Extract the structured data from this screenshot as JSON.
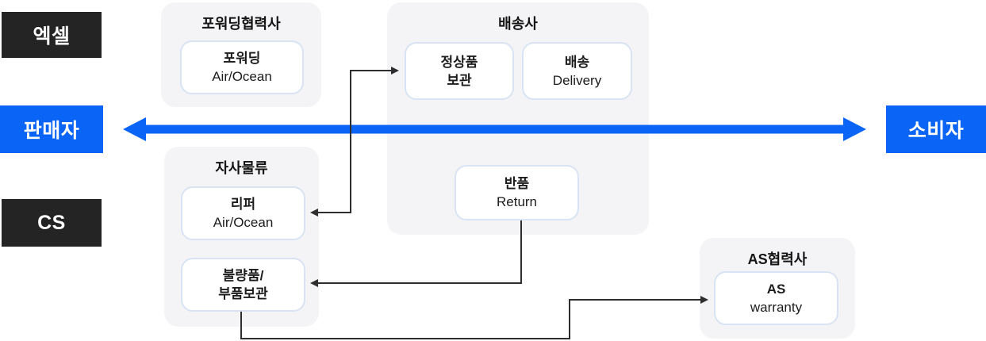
{
  "palette": {
    "flow_blue": "#0A64F5",
    "actor_dark": "#242424",
    "group_bg": "#F4F4F6",
    "node_border": "#D9E3F3",
    "connector": "#2E2E2E"
  },
  "actors": {
    "excel": {
      "label": "엑셀"
    },
    "seller": {
      "label": "판매자"
    },
    "cs": {
      "label": "CS"
    },
    "consumer": {
      "label": "소비자"
    }
  },
  "groups": [
    {
      "id": "forwarding-partner",
      "title": "포워딩협력사",
      "boxes": [
        {
          "line1": "포워딩",
          "line2": "Air/Ocean"
        }
      ]
    },
    {
      "id": "carrier",
      "title": "배송사",
      "boxes": [
        {
          "line1": "정상품",
          "line2": "보관"
        },
        {
          "line1": "배송",
          "line2": "Delivery"
        },
        {
          "line1": "반품",
          "line2": "Return"
        }
      ]
    },
    {
      "id": "own-logistics",
      "title": "자사물류",
      "boxes": [
        {
          "line1": "리퍼",
          "line2": "Air/Ocean"
        },
        {
          "line1": "불량품/",
          "line2": "부품보관"
        }
      ]
    },
    {
      "id": "as-partner",
      "title": "AS협력사",
      "boxes": [
        {
          "line1": "AS",
          "line2": "warranty"
        }
      ]
    }
  ],
  "connectors": [
    {
      "from": "리퍼 Air/Ocean",
      "to": "정상품 보관",
      "style": "double-arrow-elbow"
    },
    {
      "from": "반품 Return",
      "to": "불량품/부품보관",
      "style": "arrow-elbow"
    },
    {
      "from": "불량품/부품보관",
      "to": "AS warranty",
      "style": "arrow-elbow"
    },
    {
      "from": "판매자",
      "to": "소비자",
      "style": "thick-blue-double-arrow"
    }
  ]
}
